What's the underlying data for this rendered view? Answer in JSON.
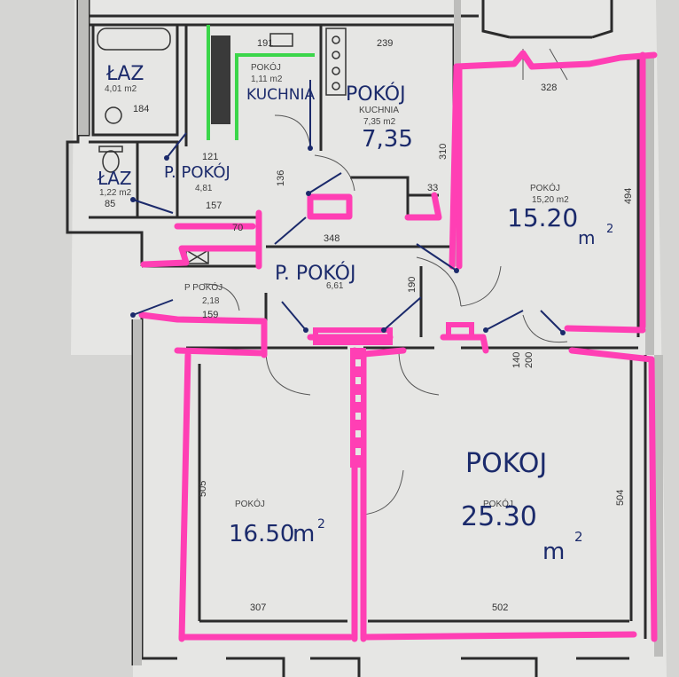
{
  "colors": {
    "paper": "#e6e6e4",
    "wall": "#2b2b2b",
    "highlight": "#ff3fb4",
    "ink": "#1b2a6b",
    "marker_green": "#3bd64a"
  },
  "rooms": {
    "bath_top": {
      "hand": "ŁAZ",
      "printed": "4,01 m2",
      "dim": "184"
    },
    "kitchen_old": {
      "printed_label": "POKÓJ",
      "printed_area": "1,11 m2",
      "printed_top": "191",
      "hand": "KUCHNIA"
    },
    "kitchen": {
      "hand_label": "POKÓJ",
      "hand_area": "7,35",
      "printed_label": "KUCHNIA",
      "printed_area": "7,35 m2",
      "dim_top": "239",
      "dim_side": "310"
    },
    "corridor_small": {
      "hand": "P. POKÓJ",
      "printed": "4,81",
      "dim": "157",
      "dim2": "121",
      "dim3": "136"
    },
    "bath_small": {
      "hand": "ŁAZ",
      "printed": "1,22 m2",
      "dim": "85"
    },
    "hall": {
      "hand": "P. POKÓJ",
      "printed": "6,61",
      "dim": "348",
      "dim_side": "190"
    },
    "small_room": {
      "printed": "P POKÓJ",
      "printed_area": "2,18",
      "dim": "159"
    },
    "room_ne": {
      "printed_label": "POKÓJ",
      "printed_area": "15,20 m2",
      "hand": "15.20",
      "unit": "m",
      "dim_top": "328",
      "dim_side": "494"
    },
    "room_sw": {
      "printed_label": "POKÓJ",
      "hand": "16.50",
      "unit": "m",
      "dim_side": "505",
      "dim_bottom": "307"
    },
    "room_se": {
      "hand_label": "POKOJ",
      "printed_label": "POKÓJ",
      "hand": "25.30",
      "unit": "m",
      "dim_bottom": "502",
      "dim_side": "504"
    }
  },
  "misc_dims": {
    "d140": "140",
    "d200": "200",
    "d70": "70",
    "d33": "33"
  }
}
